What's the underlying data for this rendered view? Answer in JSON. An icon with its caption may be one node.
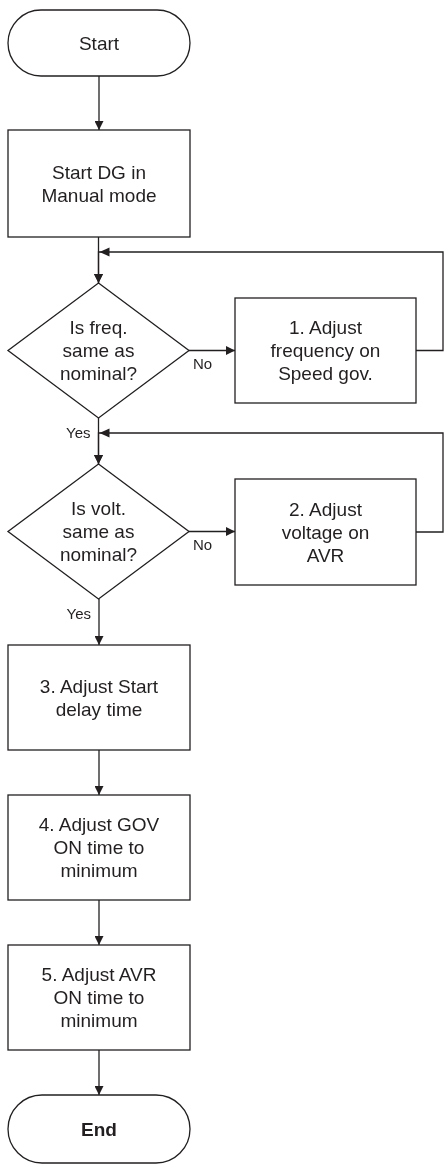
{
  "diagram": {
    "nodes": [
      {
        "text": [
          "Start"
        ]
      },
      {
        "text": [
          "Start DG in Manual mode"
        ]
      },
      {
        "text": [
          "Is freq. same as nominal?"
        ]
      },
      {
        "text": [
          "1. Adjust frequency on Speed gov."
        ]
      },
      {
        "text": [
          "Is volt. same as nominal?"
        ]
      },
      {
        "text": [
          "2. Adjust voltage on AVR"
        ]
      },
      {
        "text": [
          "3. Adjust Start delay time"
        ]
      },
      {
        "text": [
          "4. Adjust GOV ON time to minimum"
        ]
      },
      {
        "text": [
          "5. Adjust AVR ON time to minimum"
        ]
      },
      {
        "text": [
          "End"
        ]
      }
    ],
    "edges": [
      {
        "from": 0,
        "to": 1,
        "arrow": "to"
      },
      {
        "from": 1,
        "to": 2,
        "arrow": "to"
      },
      {
        "from": 2,
        "to": 3,
        "label": "No",
        "arrow": "to"
      },
      {
        "from": 3,
        "to": 2,
        "arrow": "to"
      },
      {
        "from": 2,
        "to": 4,
        "label": "Yes",
        "arrow": "to"
      },
      {
        "from": 4,
        "to": 5,
        "label": "No",
        "arrow": "to"
      },
      {
        "from": 5,
        "to": 4,
        "arrow": "to"
      },
      {
        "from": 4,
        "to": 6,
        "label": "Yes",
        "arrow": "to"
      },
      {
        "from": 6,
        "to": 7,
        "arrow": "to"
      },
      {
        "from": 7,
        "to": 8,
        "arrow": "to"
      },
      {
        "from": 8,
        "to": 9,
        "arrow": "to"
      }
    ]
  }
}
